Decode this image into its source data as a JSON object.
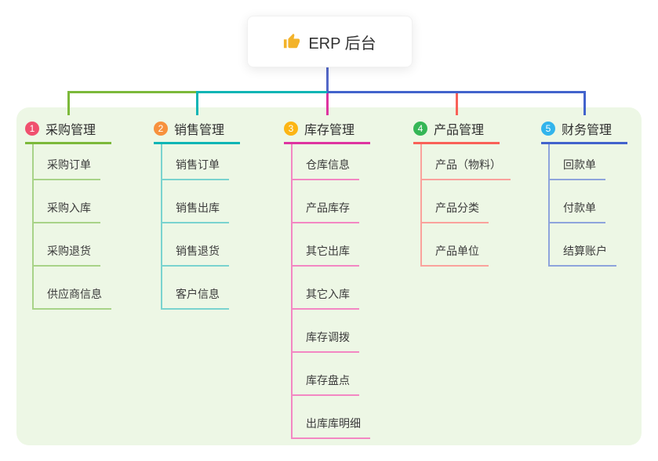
{
  "root": {
    "icon": "thumbs-up",
    "label": "ERP 后台"
  },
  "colors": {
    "canvas_bg": "#ffffff",
    "panel_bg": "#edf7e5",
    "stem": "#5468c8",
    "root_text": "#333333",
    "node_text": "#3b3b3b",
    "thumb_icon": "#f3b32a"
  },
  "branches": [
    {
      "badge": "1",
      "badge_color": "#f0506e",
      "label": "采购管理",
      "line_color": "#7cb93a",
      "child_line_color": "#a8d388",
      "children": [
        "采购订单",
        "采购入库",
        "采购退货",
        "供应商信息"
      ]
    },
    {
      "badge": "2",
      "badge_color": "#f7913d",
      "label": "销售管理",
      "line_color": "#0cb5b5",
      "child_line_color": "#7ad3cf",
      "children": [
        "销售订单",
        "销售出库",
        "销售退货",
        "客户信息"
      ]
    },
    {
      "badge": "3",
      "badge_color": "#fcb514",
      "label": "库存管理",
      "line_color": "#de34a0",
      "child_line_color": "#f387c3",
      "children": [
        "仓库信息",
        "产品库存",
        "其它出库",
        "其它入库",
        "库存调拨",
        "库存盘点",
        "出库库明细"
      ]
    },
    {
      "badge": "4",
      "badge_color": "#35b656",
      "label": "产品管理",
      "line_color": "#f96158",
      "child_line_color": "#faa29c",
      "children": [
        "产品（物料）",
        "产品分类",
        "产品单位"
      ]
    },
    {
      "badge": "5",
      "badge_color": "#32b4ec",
      "label": "财务管理",
      "line_color": "#4263cc",
      "child_line_color": "#8ea4dc",
      "children": [
        "回款单",
        "付款单",
        "结算账户"
      ]
    }
  ]
}
